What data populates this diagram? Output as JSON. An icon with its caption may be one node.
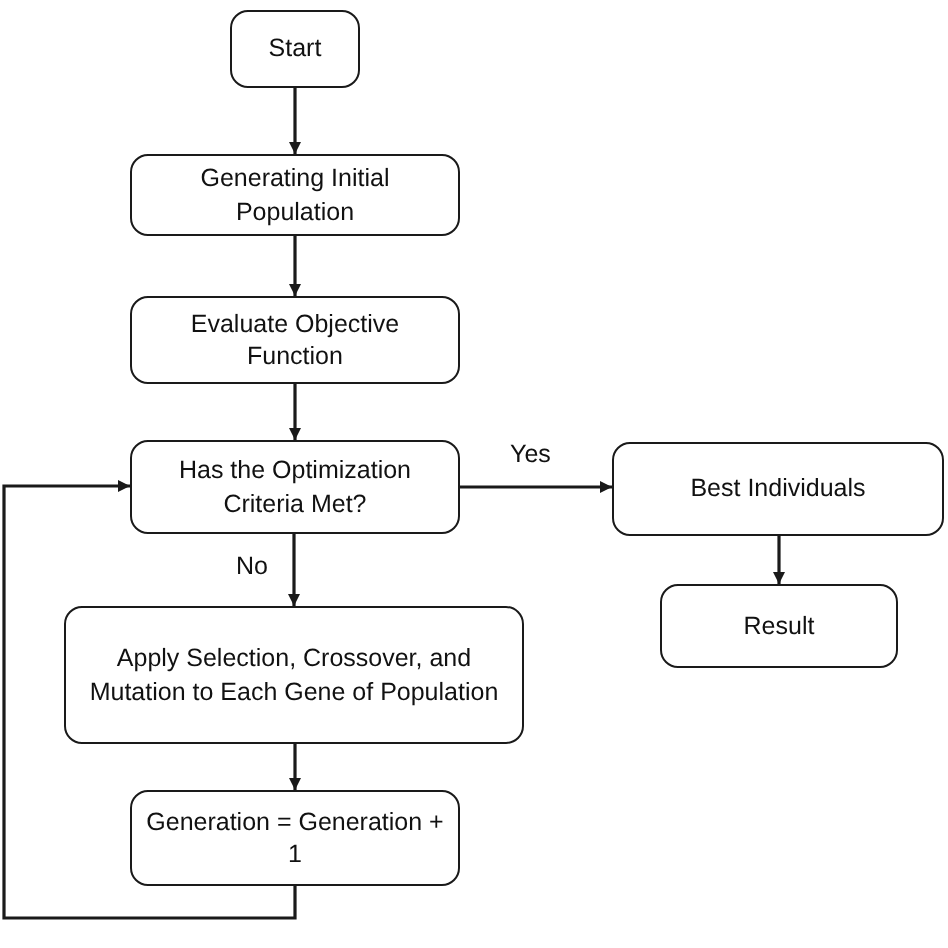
{
  "diagram": {
    "nodes": [
      {
        "text": [
          "Start"
        ]
      },
      {
        "text": [
          "Generating Initial Population"
        ]
      },
      {
        "text": [
          "Evaluate Objective Function"
        ]
      },
      {
        "text": [
          "Has the Optimization Criteria Met?"
        ]
      },
      {
        "text": [
          "Best Individuals"
        ]
      },
      {
        "text": [
          "Result"
        ]
      },
      {
        "text": [
          "Apply Selection, Crossover, and Mutation to Each Gene of Population"
        ]
      },
      {
        "text": [
          "Generation = Generation + 1"
        ]
      }
    ],
    "edges": [
      {
        "from": 0,
        "to": 1,
        "arrow": "to"
      },
      {
        "from": 1,
        "to": 2,
        "arrow": "to"
      },
      {
        "from": 2,
        "to": 3,
        "arrow": "to"
      },
      {
        "from": 3,
        "to": 4,
        "arrow": "to",
        "label": "Yes"
      },
      {
        "from": 3,
        "to": 6,
        "arrow": "to",
        "label": "No"
      },
      {
        "from": 4,
        "to": 5,
        "arrow": "to"
      },
      {
        "from": 6,
        "to": 7,
        "arrow": "to"
      },
      {
        "from": 7,
        "to": 3,
        "arrow": "to"
      }
    ]
  }
}
